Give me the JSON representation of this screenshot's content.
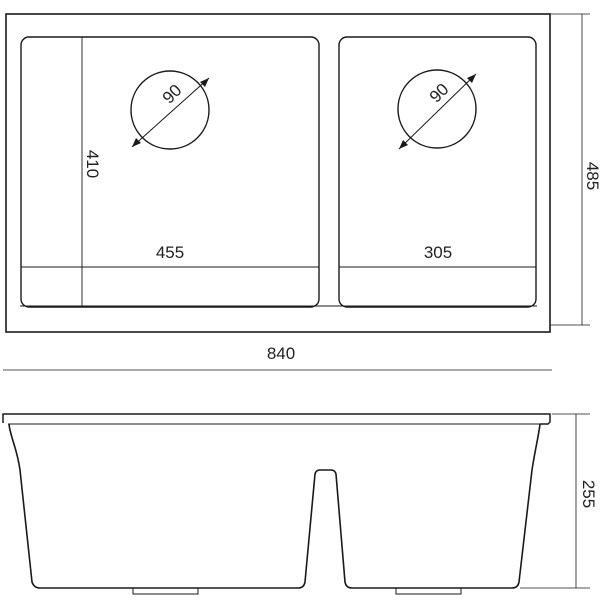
{
  "top_view": {
    "total_width": "840",
    "total_depth": "485",
    "left_bowl": {
      "width": "455",
      "depth": "410",
      "drain_diameter": "90"
    },
    "right_bowl": {
      "width": "305",
      "drain_diameter": "90"
    }
  },
  "side_view": {
    "height": "255"
  },
  "colors": {
    "line": "#1a1a1a",
    "text": "#222222",
    "background": "#ffffff"
  }
}
